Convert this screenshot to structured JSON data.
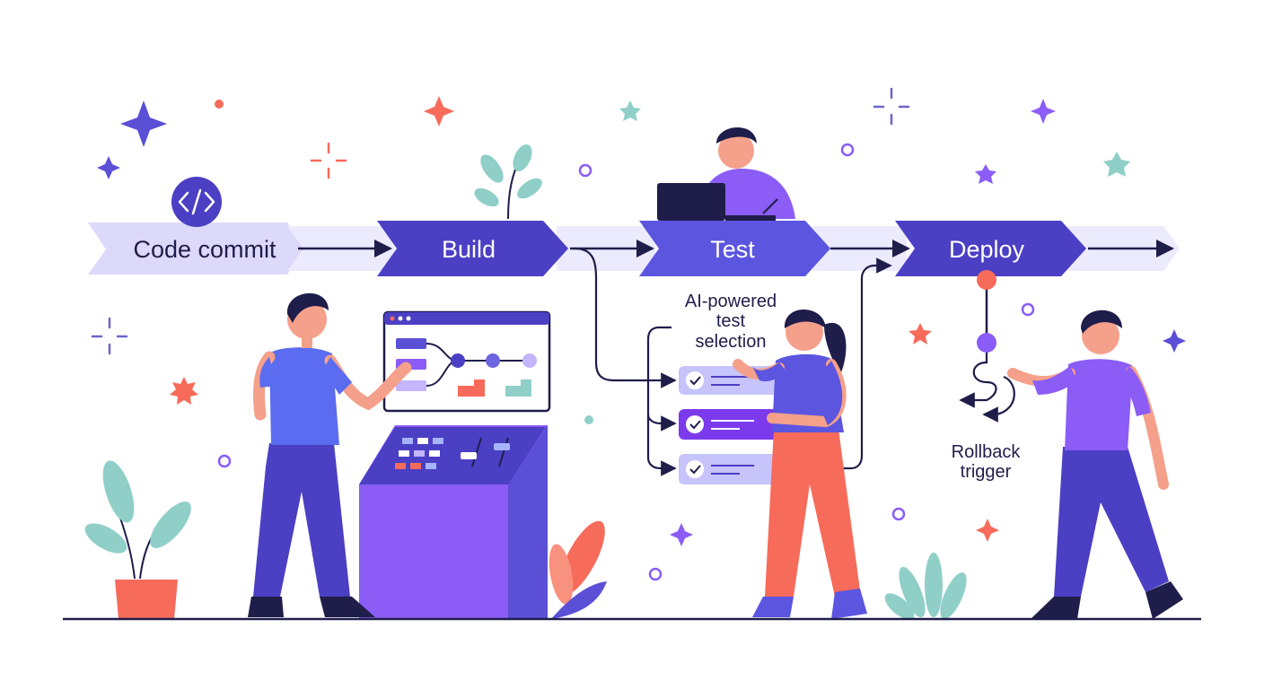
{
  "pipeline": {
    "stages": [
      {
        "label": "Code commit"
      },
      {
        "label": "Build"
      },
      {
        "label": "Test"
      },
      {
        "label": "Deploy"
      }
    ]
  },
  "annotations": {
    "test_selection": [
      "AI-powered",
      "test",
      "selection"
    ],
    "rollback": [
      "Rollback",
      "trigger"
    ]
  },
  "icons": {
    "commit_badge": "code-brackets-icon"
  },
  "colors": {
    "indigo": "#4b3fc4",
    "lavender": "#dcd9fb",
    "purple": "#8b5cf6",
    "coral": "#f76b5a",
    "teal": "#8fcfc8",
    "navy": "#1f1d4a"
  }
}
